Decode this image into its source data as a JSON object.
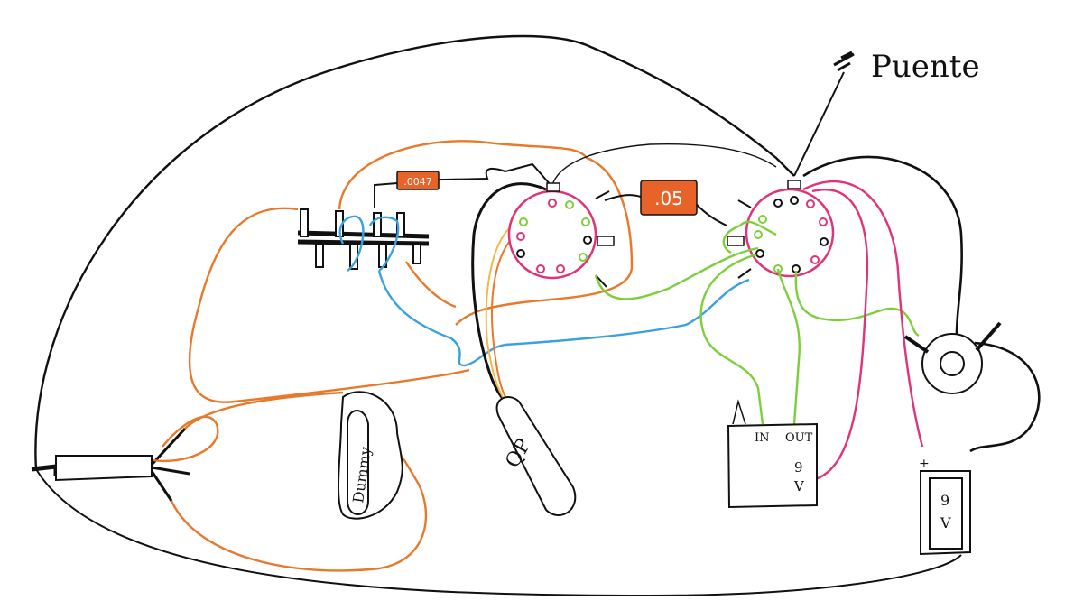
{
  "labels": {
    "bridge": "Puente",
    "pickup_dummy": "Dummy",
    "pickup_main": "QP",
    "cap_small": ".0047",
    "cap_large": ".05",
    "module_in": "IN",
    "module_out": "OUT",
    "module_9v_top": "9",
    "module_9v_bottom": "V",
    "battery_9": "9",
    "battery_v": "V",
    "battery_plus": "+"
  },
  "colors": {
    "ground_black": "#111111",
    "orange_wire": "#e8782a",
    "blue_wire": "#3aa0e0",
    "green_wire": "#7ccf3a",
    "pink_wire": "#e0337a",
    "yellow_wire": "#f2b84a",
    "capacitor_fill": "#e8632a",
    "pot_outline": "#e0337a"
  }
}
